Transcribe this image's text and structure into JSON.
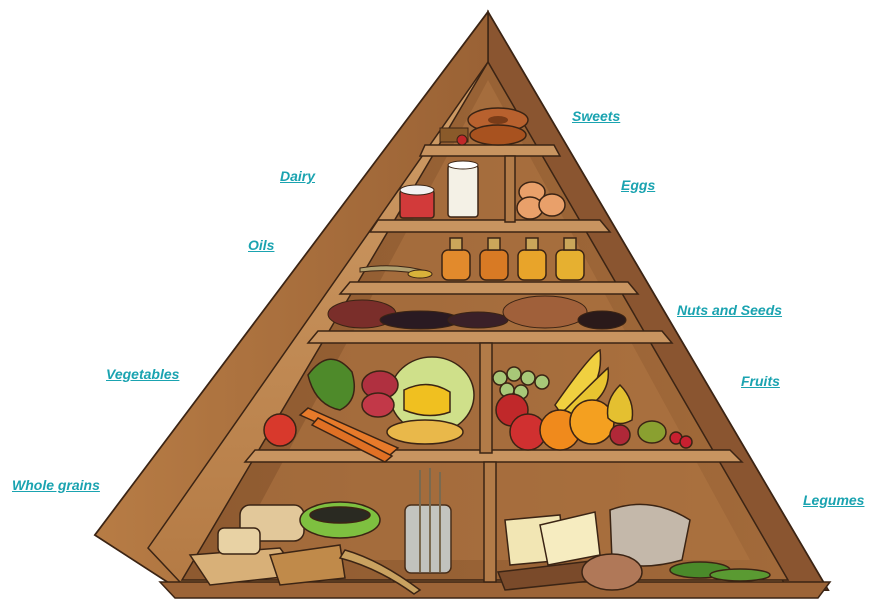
{
  "labels": {
    "sweets": "Sweets",
    "dairy": "Dairy",
    "eggs": "Eggs",
    "oils": "Oils",
    "nuts_seeds": "Nuts and Seeds",
    "vegetables": "Vegetables",
    "fruits": "Fruits",
    "whole_grains": "Whole grains",
    "legumes": "Legumes"
  },
  "colors": {
    "label": "#1aa3b0",
    "wood_light": "#c58f5a",
    "wood_mid": "#a86e3c",
    "wood_dark": "#6e4223",
    "outline": "#3b2414"
  }
}
